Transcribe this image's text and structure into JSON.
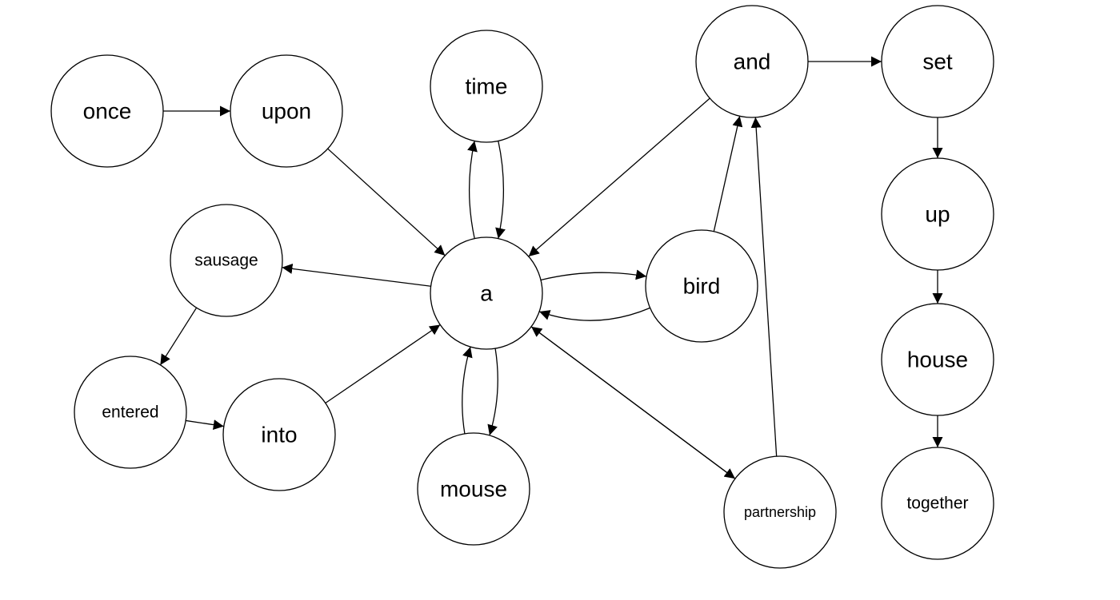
{
  "diagram": {
    "type": "word-transition-graph",
    "nodes": [
      {
        "id": "once",
        "label": "once"
      },
      {
        "id": "upon",
        "label": "upon"
      },
      {
        "id": "time",
        "label": "time"
      },
      {
        "id": "and",
        "label": "and"
      },
      {
        "id": "set",
        "label": "set"
      },
      {
        "id": "up",
        "label": "up"
      },
      {
        "id": "house",
        "label": "house"
      },
      {
        "id": "together",
        "label": "together"
      },
      {
        "id": "sausage",
        "label": "sausage"
      },
      {
        "id": "a",
        "label": "a"
      },
      {
        "id": "bird",
        "label": "bird"
      },
      {
        "id": "entered",
        "label": "entered"
      },
      {
        "id": "into",
        "label": "into"
      },
      {
        "id": "mouse",
        "label": "mouse"
      },
      {
        "id": "partnership",
        "label": "partnership"
      }
    ],
    "edges": [
      {
        "from": "once",
        "to": "upon"
      },
      {
        "from": "upon",
        "to": "a"
      },
      {
        "from": "a",
        "to": "time"
      },
      {
        "from": "time",
        "to": "a"
      },
      {
        "from": "and",
        "to": "a"
      },
      {
        "from": "and",
        "to": "set"
      },
      {
        "from": "set",
        "to": "up"
      },
      {
        "from": "up",
        "to": "house"
      },
      {
        "from": "house",
        "to": "together"
      },
      {
        "from": "a",
        "to": "sausage"
      },
      {
        "from": "sausage",
        "to": "entered"
      },
      {
        "from": "entered",
        "to": "into"
      },
      {
        "from": "into",
        "to": "a"
      },
      {
        "from": "a",
        "to": "bird"
      },
      {
        "from": "bird",
        "to": "a"
      },
      {
        "from": "bird",
        "to": "and"
      },
      {
        "from": "a",
        "to": "mouse"
      },
      {
        "from": "mouse",
        "to": "a"
      },
      {
        "from": "a",
        "to": "partnership"
      },
      {
        "from": "partnership",
        "to": "a"
      },
      {
        "from": "partnership",
        "to": "and"
      }
    ]
  }
}
